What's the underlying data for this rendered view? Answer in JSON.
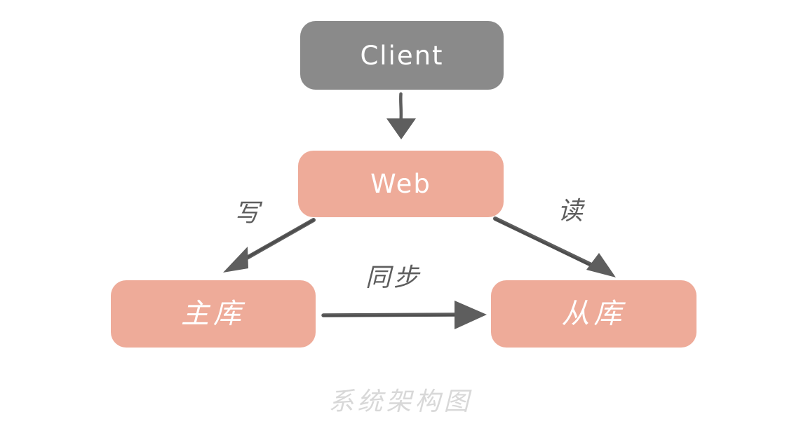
{
  "diagram": {
    "caption": "系统架构图",
    "colors": {
      "client_fill": "#8a8a8a",
      "service_fill": "#eeab99",
      "edge_stroke": "#5e5e5e",
      "label_text": "#5e5e5e",
      "node_text": "#ffffff",
      "caption_text": "#d8d8d8",
      "background": "#ffffff"
    },
    "nodes": [
      {
        "id": "client",
        "label": "Client",
        "kind": "client"
      },
      {
        "id": "web",
        "label": "Web",
        "kind": "service"
      },
      {
        "id": "master",
        "label": "主库",
        "kind": "database"
      },
      {
        "id": "slave",
        "label": "从库",
        "kind": "database"
      }
    ],
    "edges": [
      {
        "id": "client-web",
        "from": "client",
        "to": "web",
        "label": ""
      },
      {
        "id": "web-master",
        "from": "web",
        "to": "master",
        "label": "写"
      },
      {
        "id": "web-slave",
        "from": "web",
        "to": "slave",
        "label": "读"
      },
      {
        "id": "master-slave",
        "from": "master",
        "to": "slave",
        "label": "同步"
      }
    ]
  }
}
